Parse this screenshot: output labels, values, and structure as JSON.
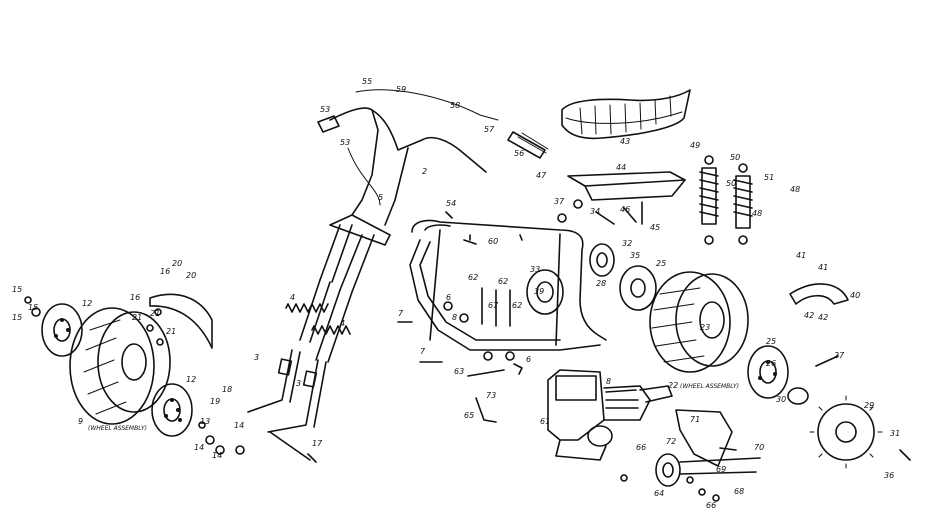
{
  "labels": [
    {
      "text": "55"
    },
    {
      "text": "59"
    },
    {
      "text": "58"
    },
    {
      "text": "53"
    },
    {
      "text": "53"
    },
    {
      "text": "57"
    },
    {
      "text": "56"
    },
    {
      "text": "2"
    },
    {
      "text": "5"
    },
    {
      "text": "54"
    },
    {
      "text": "60"
    },
    {
      "text": "43"
    },
    {
      "text": "44"
    },
    {
      "text": "47"
    },
    {
      "text": "49"
    },
    {
      "text": "50"
    },
    {
      "text": "50"
    },
    {
      "text": "51"
    },
    {
      "text": "48"
    },
    {
      "text": "48"
    },
    {
      "text": "46"
    },
    {
      "text": "45"
    },
    {
      "text": "37"
    },
    {
      "text": "34"
    },
    {
      "text": "32"
    },
    {
      "text": "35"
    },
    {
      "text": "25"
    },
    {
      "text": "33"
    },
    {
      "text": "39"
    },
    {
      "text": "41"
    },
    {
      "text": "41"
    },
    {
      "text": "40"
    },
    {
      "text": "42"
    },
    {
      "text": "42"
    },
    {
      "text": "20"
    },
    {
      "text": "20"
    },
    {
      "text": "16"
    },
    {
      "text": "16"
    },
    {
      "text": "12"
    },
    {
      "text": "21"
    },
    {
      "text": "21"
    },
    {
      "text": "21"
    },
    {
      "text": "4"
    },
    {
      "text": "4"
    },
    {
      "text": "3"
    },
    {
      "text": "3"
    },
    {
      "text": "18"
    },
    {
      "text": "19"
    },
    {
      "text": "17"
    },
    {
      "text": "12"
    },
    {
      "text": "13"
    },
    {
      "text": "14"
    },
    {
      "text": "14"
    },
    {
      "text": "14"
    },
    {
      "text": "15"
    },
    {
      "text": "9"
    },
    {
      "text": "7"
    },
    {
      "text": "7"
    },
    {
      "text": "62"
    },
    {
      "text": "62"
    },
    {
      "text": "67"
    },
    {
      "text": "62"
    },
    {
      "text": "8"
    },
    {
      "text": "6"
    },
    {
      "text": "6"
    },
    {
      "text": "63"
    },
    {
      "text": "73"
    },
    {
      "text": "65"
    },
    {
      "text": "61"
    },
    {
      "text": "8"
    },
    {
      "text": "71"
    },
    {
      "text": "66"
    },
    {
      "text": "72"
    },
    {
      "text": "70"
    },
    {
      "text": "69"
    },
    {
      "text": "64"
    },
    {
      "text": "68"
    },
    {
      "text": "66"
    },
    {
      "text": "23"
    },
    {
      "text": "25"
    },
    {
      "text": "26"
    },
    {
      "text": "27"
    },
    {
      "text": "22"
    },
    {
      "text": "29"
    },
    {
      "text": "30"
    },
    {
      "text": "31"
    },
    {
      "text": "36"
    },
    {
      "text": "28"
    },
    {
      "text": "15"
    },
    {
      "text": "15"
    }
  ],
  "notes": [
    {
      "text": "(WHEEL ASSEMBLY)"
    },
    {
      "text": "(WHEEL ASSEMBLY)"
    }
  ]
}
